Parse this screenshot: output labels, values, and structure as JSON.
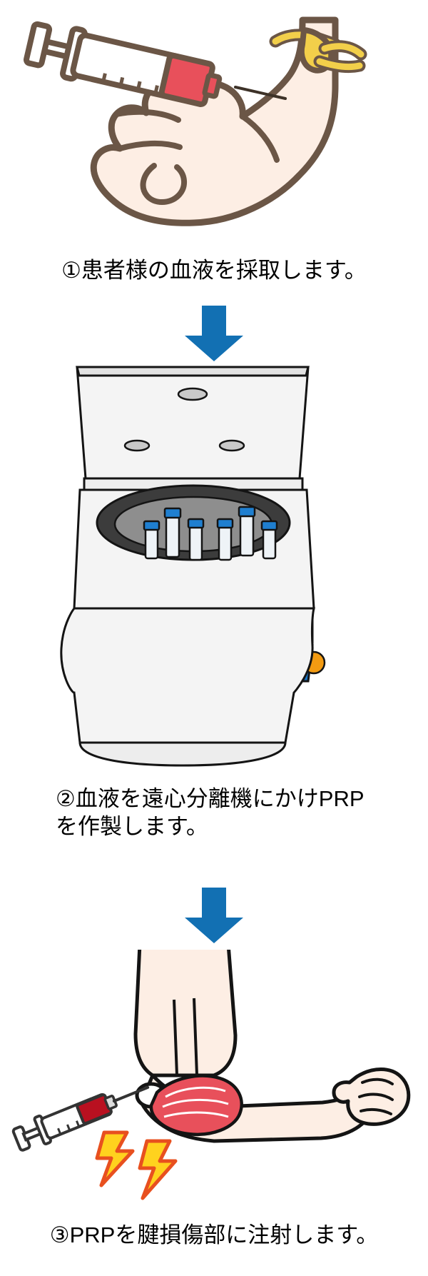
{
  "document": {
    "title": "PRP療法の流れ",
    "background_color": "#ffffff",
    "type": "medical-procedure-infographic",
    "step_count": 3
  },
  "palette": {
    "arrow_blue": "#1270b3",
    "skin": "#fbe4d6",
    "skin_light": "#fdeee4",
    "outline_brown": "#6b5646",
    "outline_black": "#141414",
    "blood_red": "#e8505b",
    "muscle_red": "#e8505b",
    "tourniquet_yellow": "#f2cf4a",
    "panel_blue": "#1673c4",
    "indicator_red": "#c9102c",
    "indicator_white": "#ffffff",
    "button_green": "#17a63a",
    "button_cyan": "#3fc6ef",
    "button_orange": "#f39b12",
    "rotor_dark": "#3c3c3c",
    "rotor_grey": "#8e8e8e",
    "machine_body": "#f2f2f2",
    "tube_cap_blue": "#1f7fd0",
    "lightning_yellow": "#ffd21e",
    "lightning_outline": "#e8501f",
    "text_black": "#000000"
  },
  "steps": [
    {
      "number": "1",
      "marker": "①",
      "caption": "①患者様の血液を採取します。",
      "caption_lines": [
        "①患者様の血液を採取します。"
      ],
      "illustration": {
        "name": "blood-draw-illustration",
        "description": "syringe drawing blood from a forearm with a yellow tourniquet",
        "elements": [
          "syringe",
          "plunger",
          "blood-barrel",
          "needle",
          "forearm",
          "fist",
          "tourniquet"
        ]
      }
    },
    {
      "number": "2",
      "marker": "②",
      "caption": "②血液を遠心分離機にかけPRPを作製します。",
      "caption_lines": [
        "②血液を遠心分離機にかけPRP",
        "を作製します。"
      ],
      "illustration": {
        "name": "centrifuge-illustration",
        "description": "open benchtop centrifuge with blue-capped sample tubes in the rotor",
        "elements": [
          "lid",
          "rotor",
          "sample-tubes",
          "control-panel",
          "indicator-lights",
          "buttons",
          "body"
        ],
        "tube_count": 6,
        "indicator_pairs": 3,
        "round_buttons": [
          "green",
          "cyan",
          "orange"
        ]
      }
    },
    {
      "number": "3",
      "marker": "③",
      "caption": "③PRPを腱損傷部に注射します。",
      "caption_lines": [
        "③PRPを腱損傷部に注射します。"
      ],
      "illustration": {
        "name": "elbow-injection-illustration",
        "description": "syringe injecting PRP into an injured tendon at the elbow, pain shown as lightning bolts",
        "elements": [
          "upper-arm",
          "forearm",
          "hand",
          "elbow",
          "tendon-muscle",
          "syringe",
          "needle",
          "lightning-bolts"
        ],
        "lightning_count": 2
      }
    }
  ],
  "arrows": [
    {
      "name": "arrow-step1-to-step2",
      "direction": "down",
      "color": "#1270b3"
    },
    {
      "name": "arrow-step2-to-step3",
      "direction": "down",
      "color": "#1270b3"
    }
  ]
}
